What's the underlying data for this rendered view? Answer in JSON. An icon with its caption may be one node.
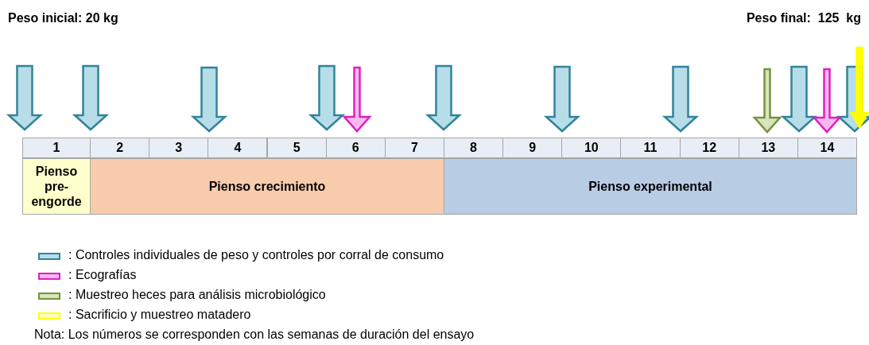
{
  "diagram": {
    "nodes": [
      {
        "text": [
          "Pienso pre-engorde"
        ]
      },
      {
        "text": [
          "Pienso crecimiento"
        ]
      },
      {
        "text": [
          "Pienso experimental"
        ]
      }
    ],
    "labels": [
      "Peso inicial: 20 kg",
      "Peso final:  125  kg",
      "1",
      "2",
      "3",
      "4",
      "5",
      "6",
      "7",
      "8",
      "9",
      "10",
      "11",
      "12",
      "13",
      "14",
      "Nota: Los números se corresponden con las semanas de duración del ensayo"
    ],
    "legend": [
      {
        "text": ": Controles individuales de peso y controles por corral de consumo",
        "color": "#b7dde8"
      },
      {
        "text": ": Ecografías",
        "color": "#f9b9ee"
      },
      {
        "text": ": Muestreo heces para análisis microbiológico",
        "color": "#d7e4bd"
      },
      {
        "text": ": Sacrificio y muestreo matadero",
        "color": "#ffffc4"
      }
    ]
  }
}
